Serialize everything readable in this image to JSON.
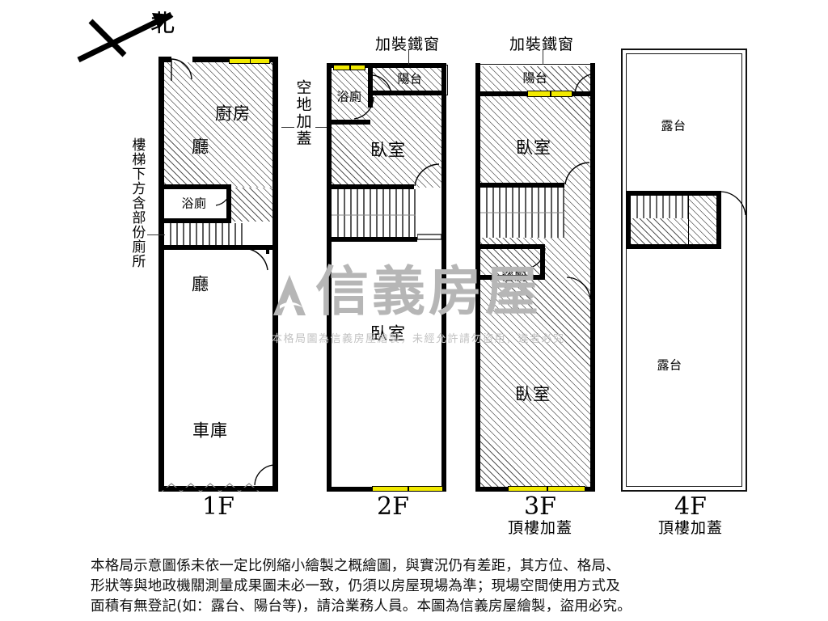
{
  "diagram": {
    "kind": "real-estate-floor-plan",
    "orientation_label": "北",
    "colors": {
      "wall": "#000000",
      "window": "#f2ea00",
      "hatch": "#555555",
      "watermark": "#b6b6b6",
      "text": "#000000"
    }
  },
  "callouts": [
    {
      "id": "callout-2f-iron-window",
      "text": "加裝鐵窗"
    },
    {
      "id": "callout-3f-iron-window",
      "text": "加裝鐵窗"
    }
  ],
  "annotations": {
    "stair_toilet_note": "樓梯下方含部份廁所",
    "vacant_land_note": "空地加蓋"
  },
  "floors": [
    {
      "id": "floor-1f",
      "caption": "1F",
      "sub_caption": "",
      "rooms": [
        {
          "name": "廚房",
          "role": "kitchen"
        },
        {
          "name": "廳",
          "role": "living-room-upper"
        },
        {
          "name": "浴廁",
          "role": "bathroom"
        },
        {
          "name": "廳",
          "role": "living-room-lower"
        },
        {
          "name": "車庫",
          "role": "garage"
        }
      ]
    },
    {
      "id": "floor-2f",
      "caption": "2F",
      "sub_caption": "",
      "rooms": [
        {
          "name": "浴廁",
          "role": "bathroom"
        },
        {
          "name": "陽台",
          "role": "balcony"
        },
        {
          "name": "臥室",
          "role": "bedroom-front"
        },
        {
          "name": "臥室",
          "role": "bedroom-rear"
        }
      ]
    },
    {
      "id": "floor-3f",
      "caption": "3F",
      "sub_caption": "頂樓加蓋",
      "rooms": [
        {
          "name": "陽台",
          "role": "balcony"
        },
        {
          "name": "臥室",
          "role": "bedroom-front"
        },
        {
          "name": "浴廁",
          "role": "bathroom"
        },
        {
          "name": "臥室",
          "role": "bedroom-rear"
        }
      ]
    },
    {
      "id": "floor-4f",
      "caption": "4F",
      "sub_caption": "頂樓加蓋",
      "rooms": [
        {
          "name": "露台",
          "role": "terrace-upper"
        },
        {
          "name": "露台",
          "role": "terrace-lower"
        }
      ]
    }
  ],
  "watermark": {
    "brand": "信義房屋",
    "notice": "本格局圖為信義房屋繪製，未經允許請勿盜用，違者必究"
  },
  "footer": {
    "line1": "本格局示意圖係未依一定比例縮小繪製之概繪圖，與實況仍有差距，其方位、格局、",
    "line2": "形狀等與地政機關測量成果圖未必一致，仍須以房屋現場為準；現場空間使用方式及",
    "line3": "面積有無登記(如：露台、陽台等)，請洽業務人員。本圖為信義房屋繪製，盜用必究。"
  }
}
